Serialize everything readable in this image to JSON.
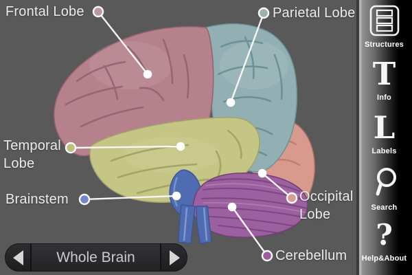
{
  "colors": {
    "background": "#595959",
    "sidebar_black": "#000000",
    "leader_line": "#f7f7f7",
    "label_text": "#ececec"
  },
  "brain": {
    "regions": [
      {
        "name": "Frontal Lobe",
        "color": "#b5818c"
      },
      {
        "name": "Parietal Lobe",
        "color": "#92b0b3"
      },
      {
        "name": "Temporal Lobe",
        "color": "#c5c585"
      },
      {
        "name": "Occipital Lobe",
        "color": "#d89a8d"
      },
      {
        "name": "Cerebellum",
        "color": "#9c5f9f"
      },
      {
        "name": "Brainstem",
        "color": "#4f6cb2"
      }
    ]
  },
  "annotations": [
    {
      "text": "Frontal Lobe",
      "marker_color": "#bd979b"
    },
    {
      "text": "Parietal Lobe",
      "marker_color": "#9db3b3"
    },
    {
      "text": "Temporal Lobe",
      "marker_color": "#bfbf7f"
    },
    {
      "text": "Brainstem",
      "marker_color": "#7289c9"
    },
    {
      "text": "Occipital Lobe",
      "marker_color": "#d79f93"
    },
    {
      "text": "Cerebellum",
      "marker_color": "#9a5da0"
    }
  ],
  "selector": {
    "value": "Whole Brain"
  },
  "sidebar": {
    "items": [
      {
        "label": "Structures"
      },
      {
        "label": "Info",
        "glyph": "T"
      },
      {
        "label": "Labels",
        "glyph": "L"
      },
      {
        "label": "Search"
      },
      {
        "label": "Help&About",
        "glyph": "?"
      }
    ]
  }
}
